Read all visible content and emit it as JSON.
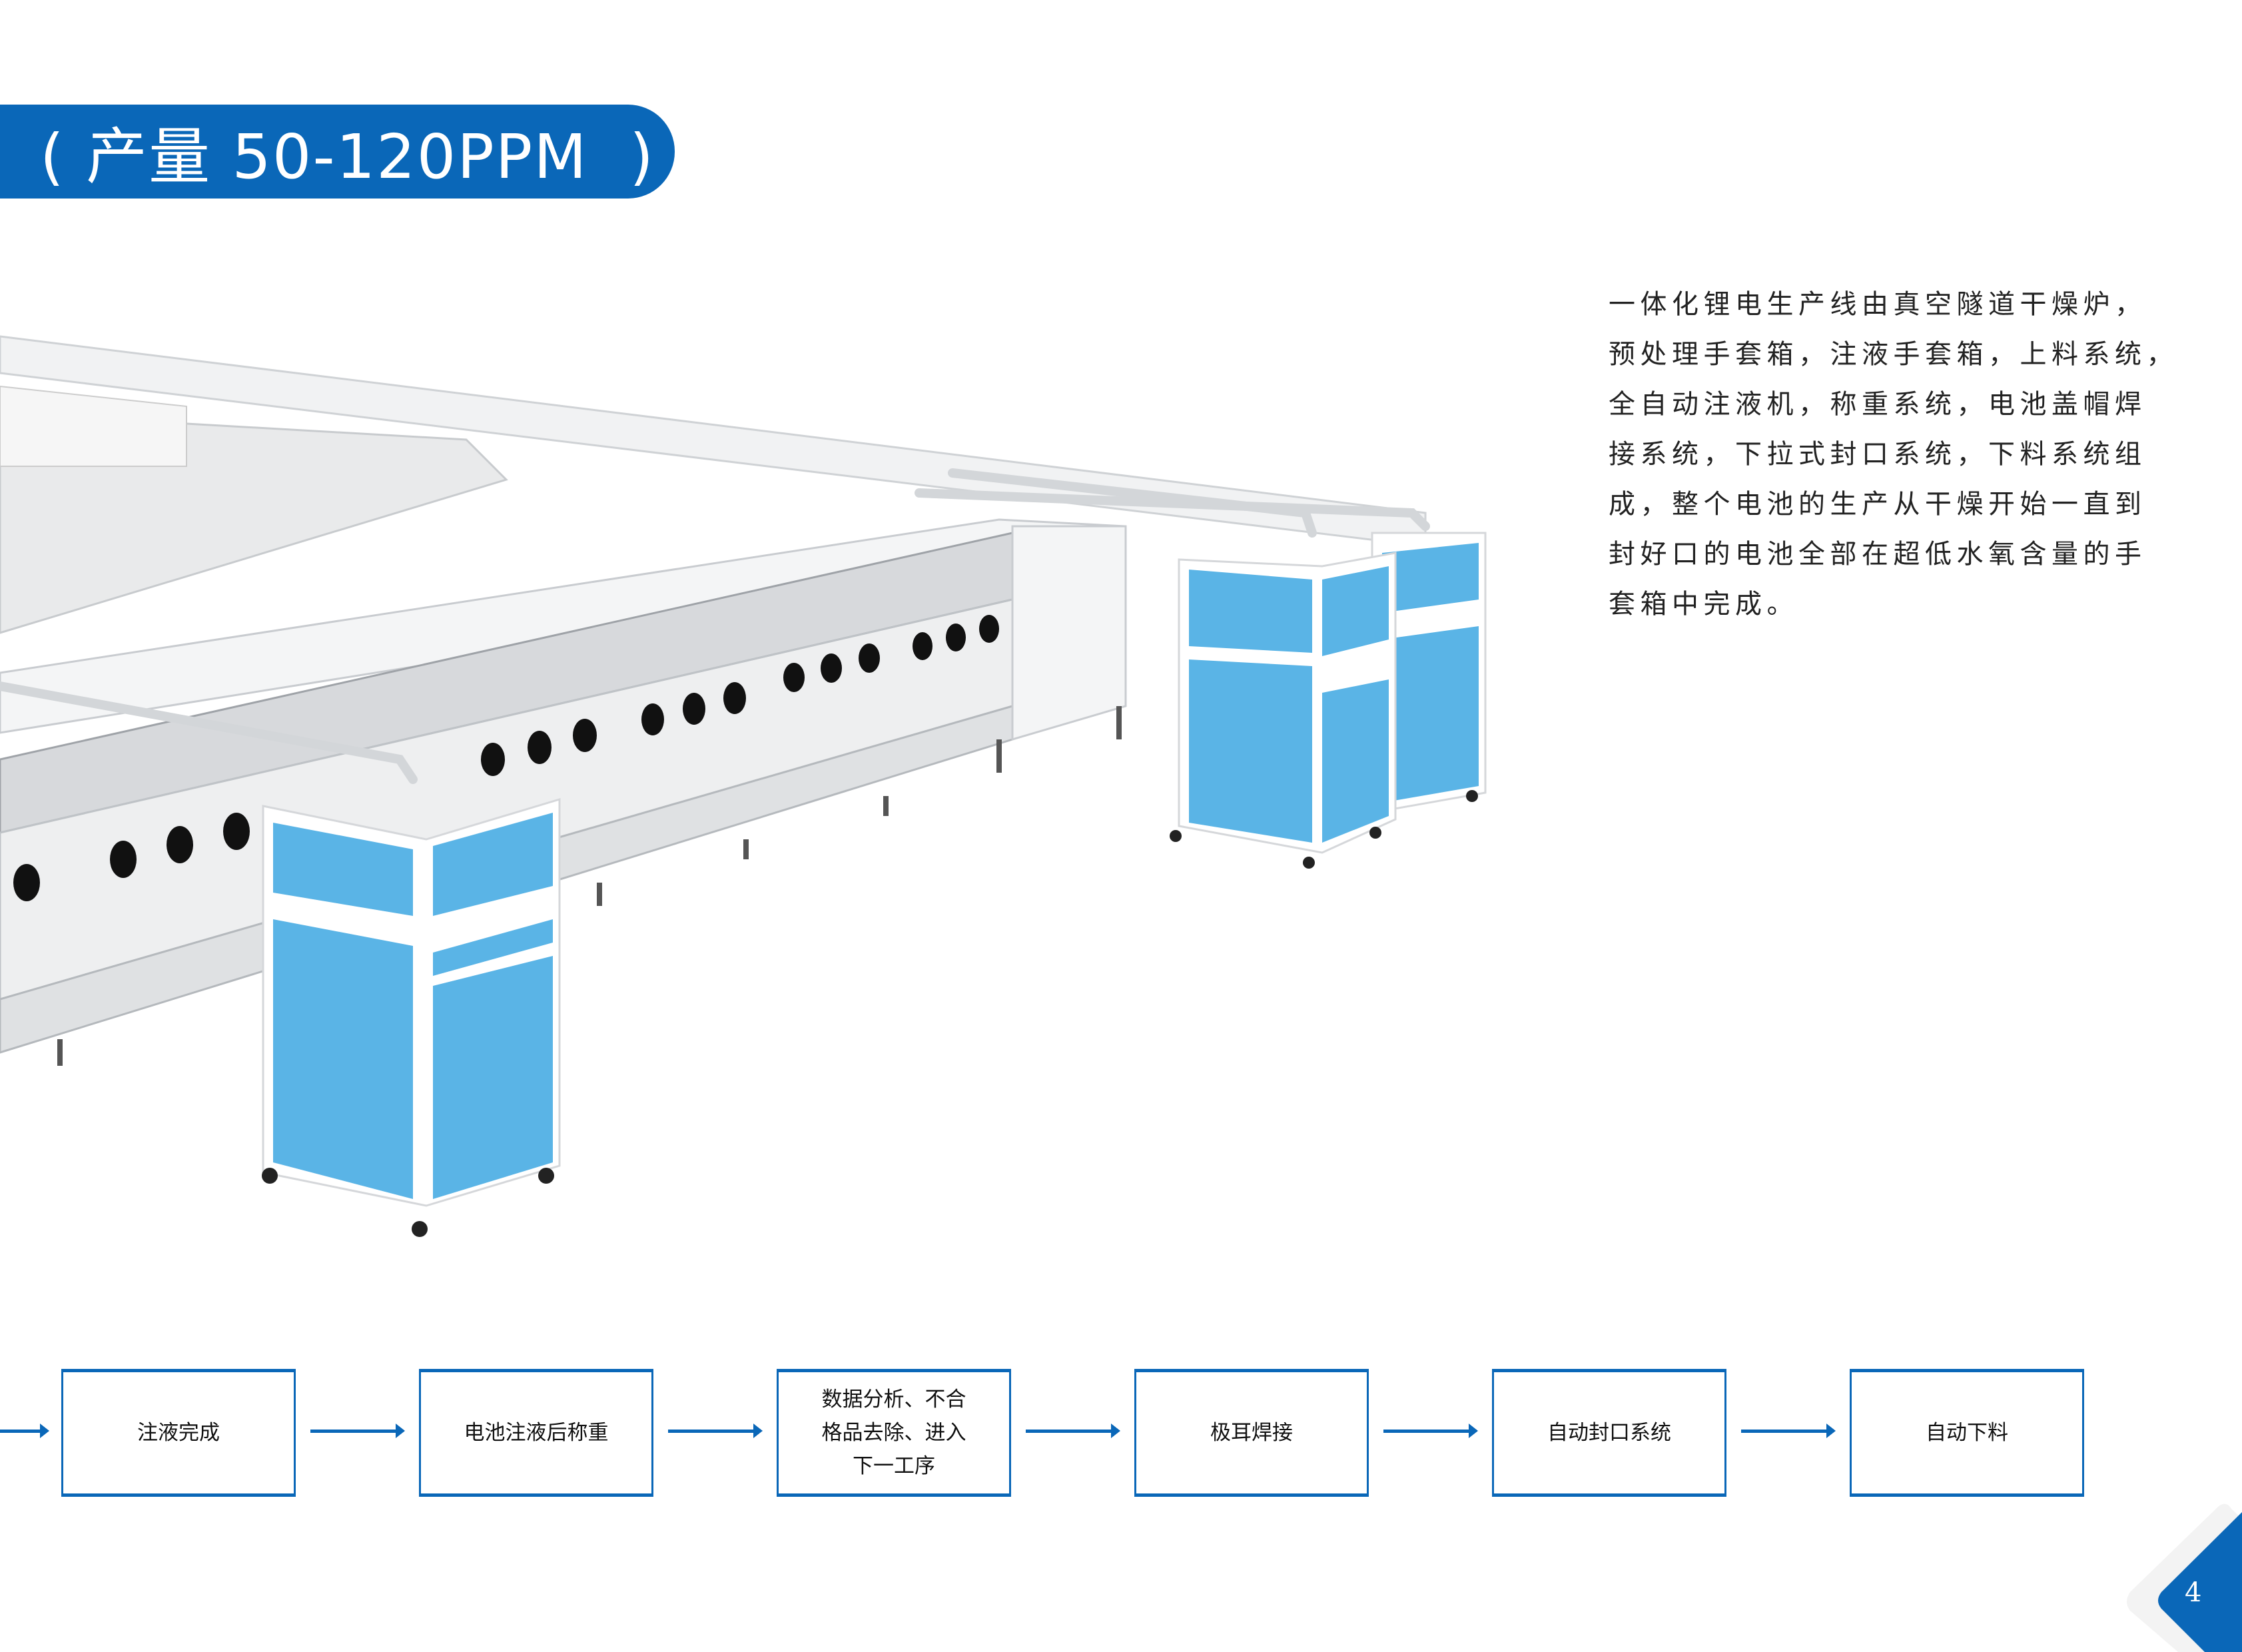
{
  "header": {
    "title": "( 产量 50-120PPM  )"
  },
  "description": {
    "lines": [
      "一体化锂电生产线由真空隧道干燥炉，",
      "预处理手套箱，注液手套箱，上料系统，",
      "全自动注液机，称重系统，电池盖帽焊",
      "接系统，下拉式封口系统，下料系统组",
      "成，整个电池的生产从干燥开始一直到",
      "封好口的电池全部在超低水氧含量的手",
      "套箱中完成。"
    ]
  },
  "flow": {
    "steps": [
      "注液完成",
      "电池注液后称重",
      "数据分析、不合\n格品去除、进入\n下一工序",
      "极耳焊接",
      "自动封口系统",
      "自动下料"
    ]
  },
  "page": {
    "number": "4"
  },
  "colors": {
    "brand": "#0a67b8",
    "cabinet": "#5ab4e6"
  }
}
